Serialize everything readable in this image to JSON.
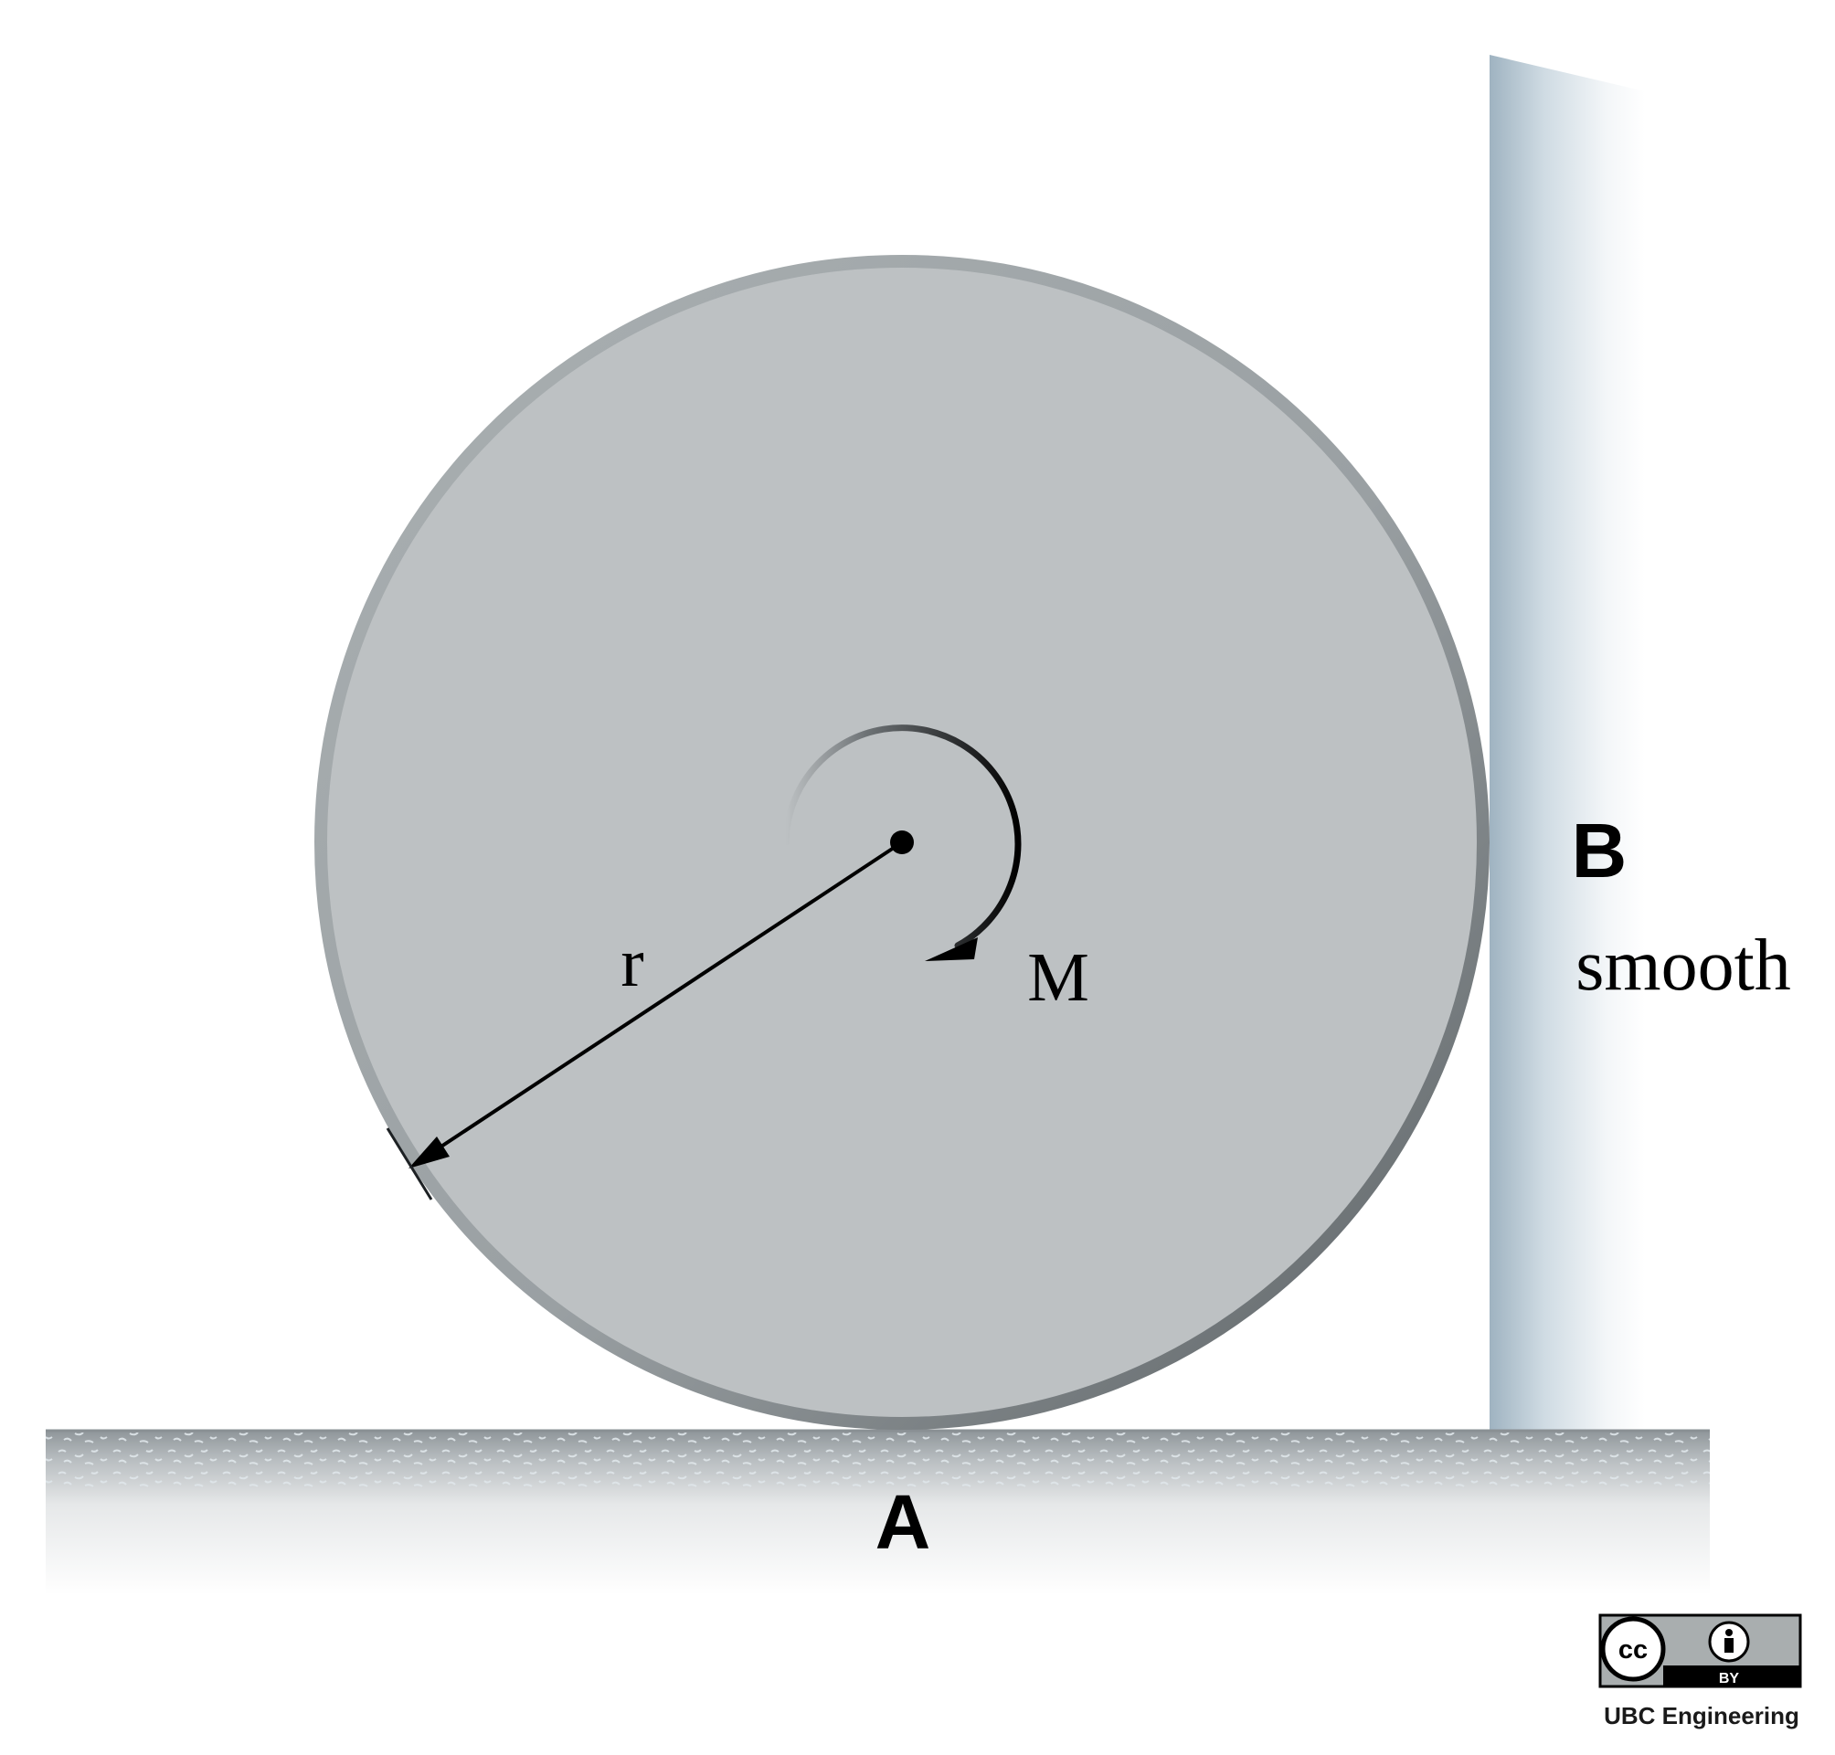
{
  "labels": {
    "point_a": "A",
    "point_b": "B",
    "wall_condition": "smooth",
    "radius": "r",
    "moment": "M"
  },
  "license": {
    "cc": "cc",
    "by": "BY",
    "credit": "UBC Engineering"
  },
  "colors": {
    "disk_fill": "#bdc1c3",
    "disk_rim_light": "#a6acae",
    "disk_rim_dark": "#5d6366",
    "wall_edge": "#a9bcc9",
    "ground_top": "#9aa0a4",
    "ink": "#000000"
  }
}
